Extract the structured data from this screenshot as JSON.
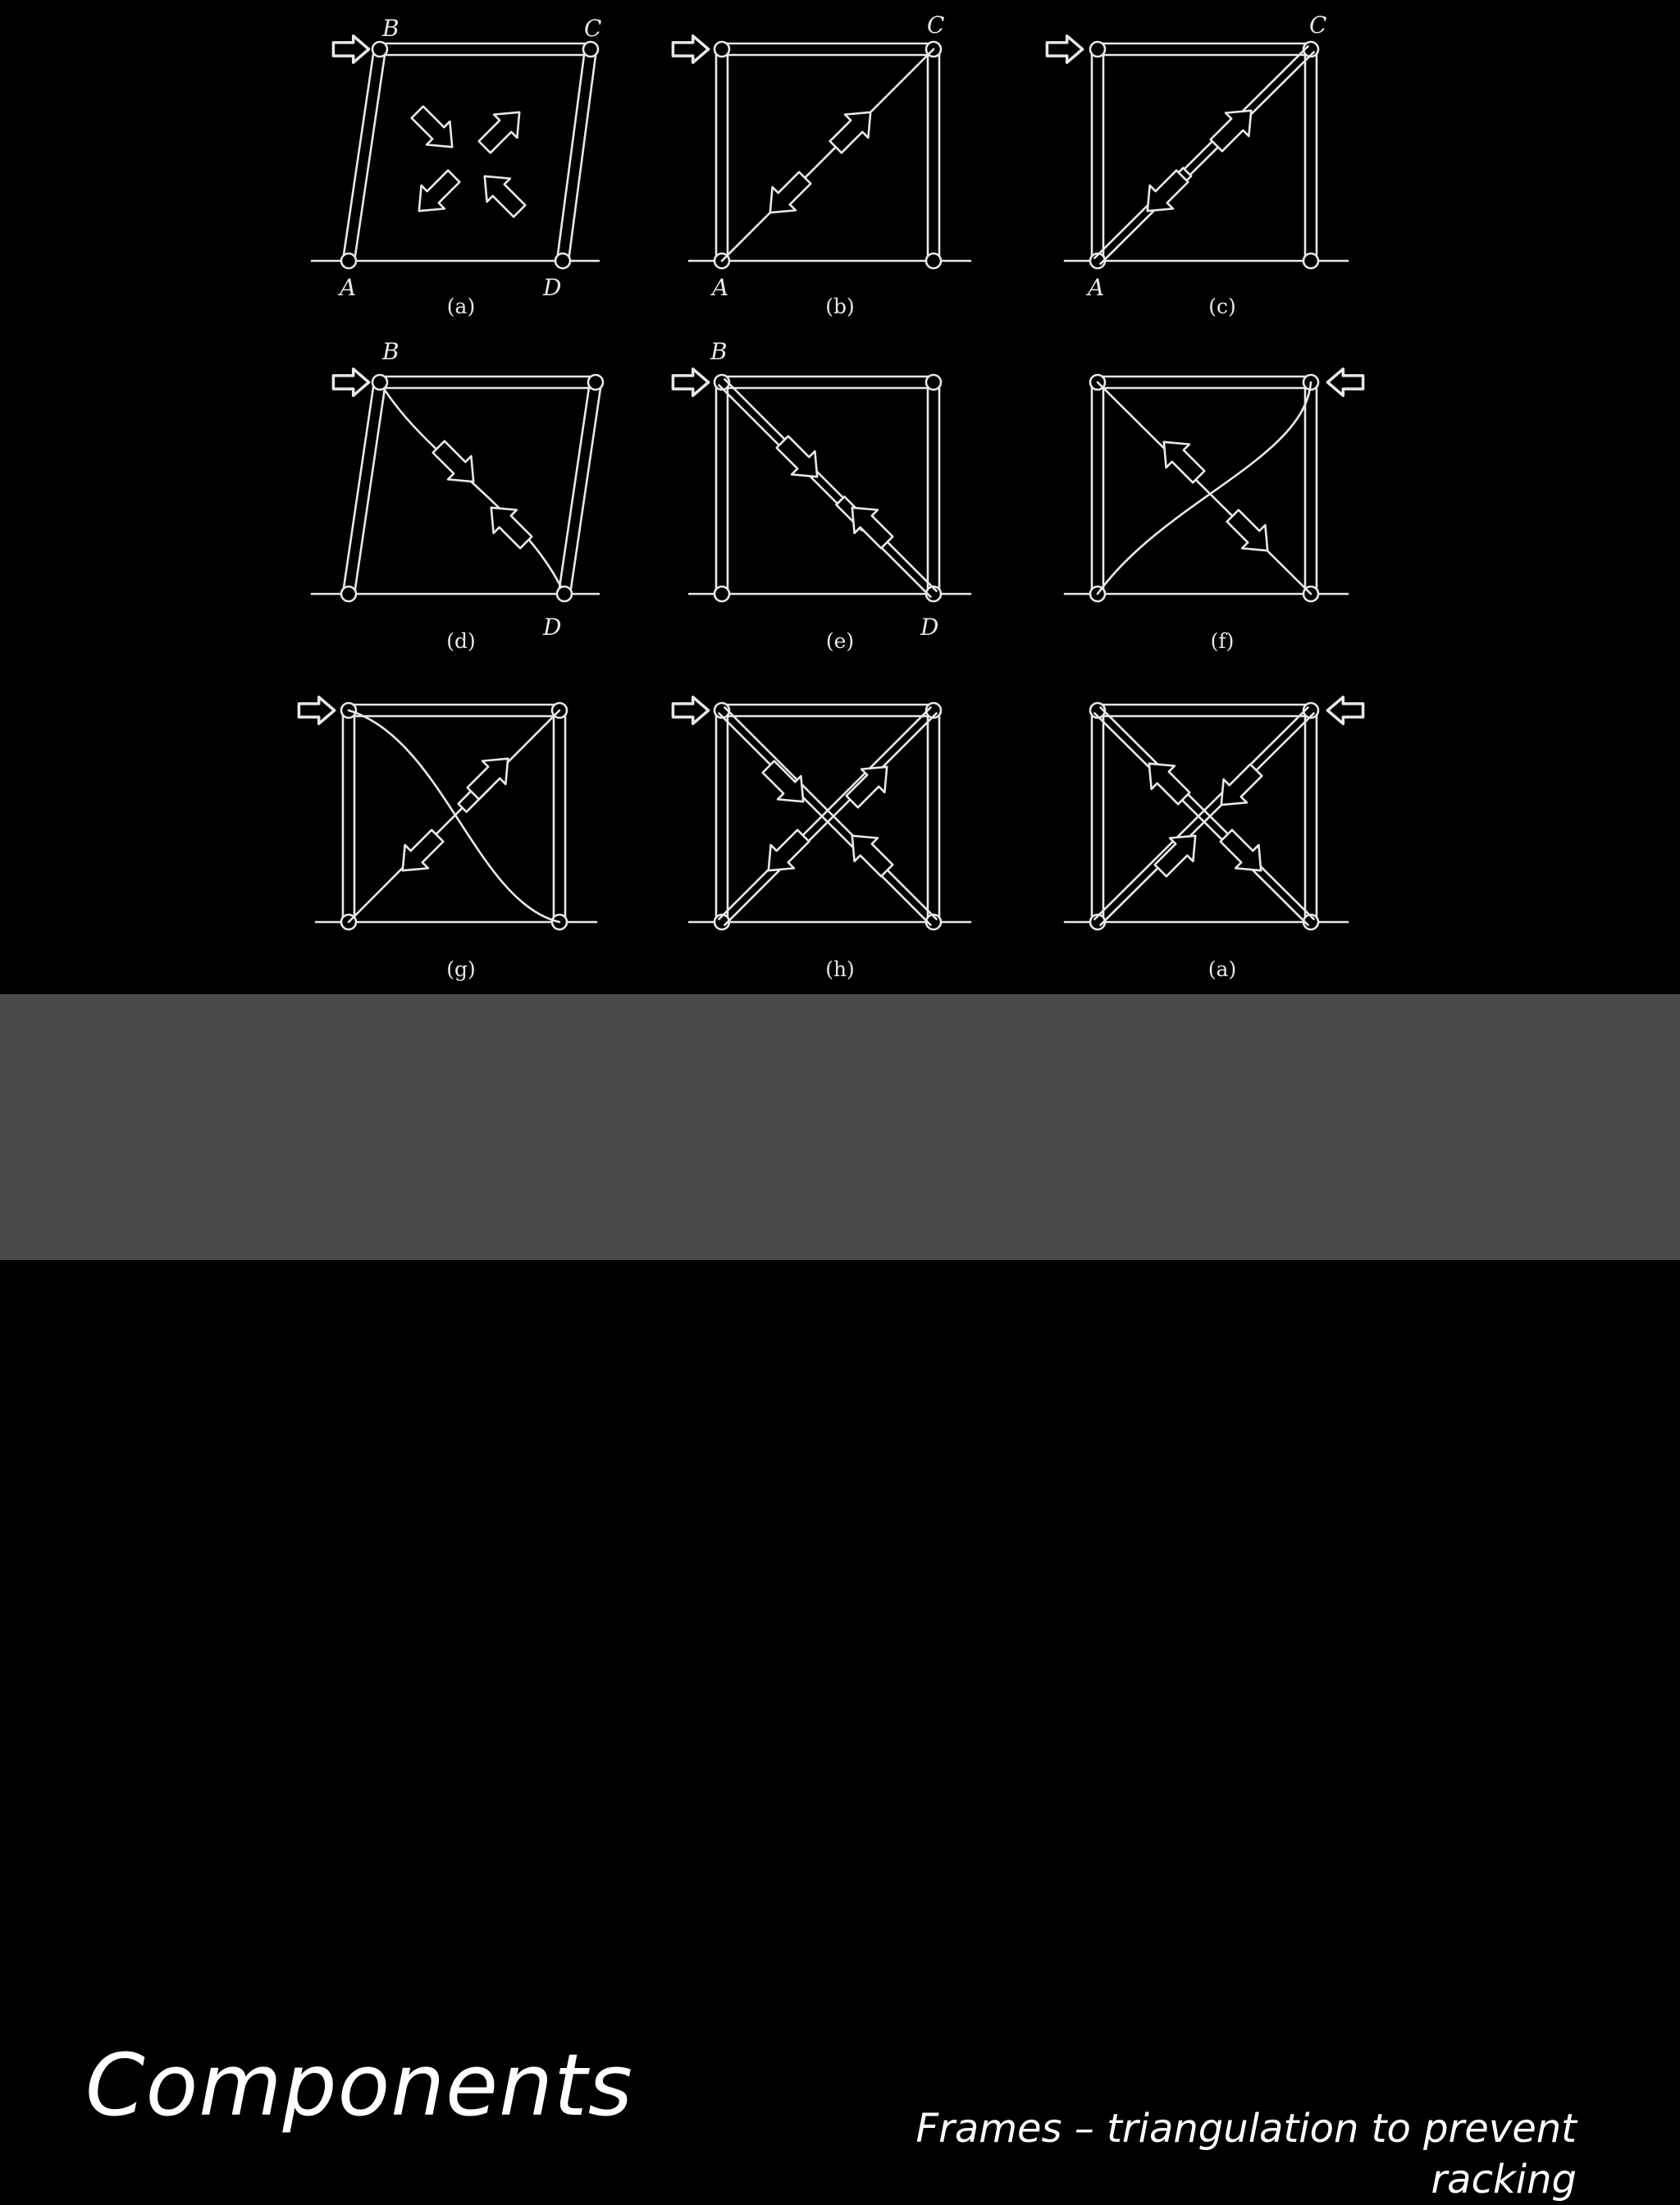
{
  "slide": {
    "title": "Components",
    "subtitle_line1": "Frames – triangulation to prevent",
    "subtitle_line2": "racking"
  },
  "figure": {
    "panels": [
      {
        "caption": "(a)",
        "corner_labels": {
          "B": "B",
          "C": "C",
          "A": "A",
          "D": "D"
        }
      },
      {
        "caption": "(b)",
        "corner_labels": {
          "C": "C",
          "A": "A"
        }
      },
      {
        "caption": "(c)",
        "corner_labels": {
          "C": "C",
          "A": "A"
        }
      },
      {
        "caption": "(d)",
        "corner_labels": {
          "B": "B",
          "D": "D"
        }
      },
      {
        "caption": "(e)",
        "corner_labels": {
          "B": "B",
          "D": "D"
        }
      },
      {
        "caption": "(f)",
        "corner_labels": {}
      },
      {
        "caption": "(g)",
        "corner_labels": {}
      },
      {
        "caption": "(h)",
        "corner_labels": {}
      },
      {
        "caption": "(a)",
        "corner_labels": {}
      }
    ]
  },
  "colors": {
    "background": "#000000",
    "lines": "#e8e8e8",
    "caption_band": "#4a4a4a",
    "text": "#ffffff"
  }
}
